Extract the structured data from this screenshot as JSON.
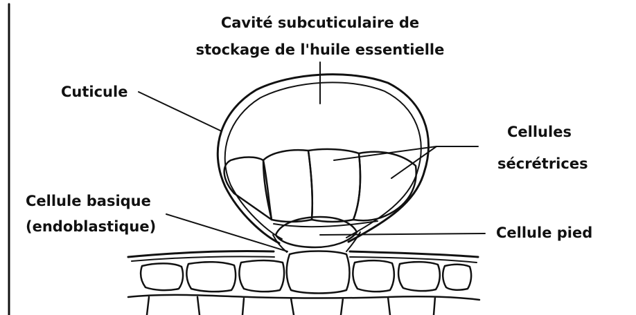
{
  "labels": {
    "cavite_line1": "Cavité subcuticulaire de",
    "cavite_line2": "stockage de l'huile essentielle",
    "cuticule": "Cuticule",
    "cellules_line1": "Cellules",
    "cellules_line2": "sécrétrices",
    "basique_line1": "Cellule basique",
    "basique_line2": "(endoblastique)",
    "pied": "Cellule pied"
  }
}
